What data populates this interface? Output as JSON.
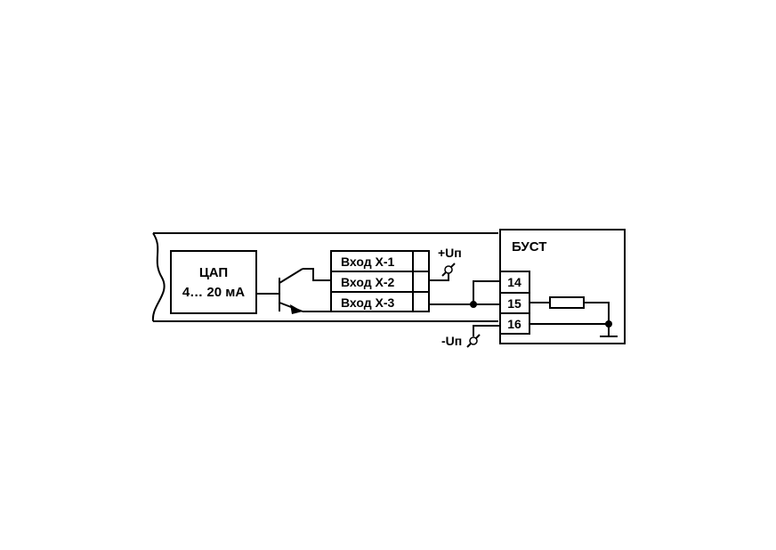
{
  "dac": {
    "line1": "ЦАП",
    "line2": "4… 20 мА"
  },
  "inputs": [
    "Вход Х-1",
    "Вход Х-2",
    "Вход Х-3"
  ],
  "supply": {
    "plus": "+Uп",
    "minus": "-Uп"
  },
  "bust": {
    "title": "БУСТ",
    "terminals": [
      "14",
      "15",
      "16"
    ]
  },
  "colors": {
    "ink": "#000000",
    "background": "#ffffff"
  }
}
